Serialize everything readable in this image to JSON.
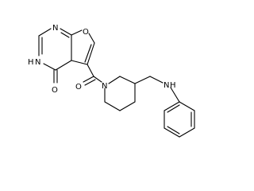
{
  "structure": {
    "atoms": {
      "n1": "N",
      "n3h": "H",
      "n3": "N",
      "o_furan": "O",
      "o_lactam": "O",
      "o_amide": "O",
      "n_piperidine": "N",
      "n_amine": "N",
      "h_amine": "H"
    }
  }
}
